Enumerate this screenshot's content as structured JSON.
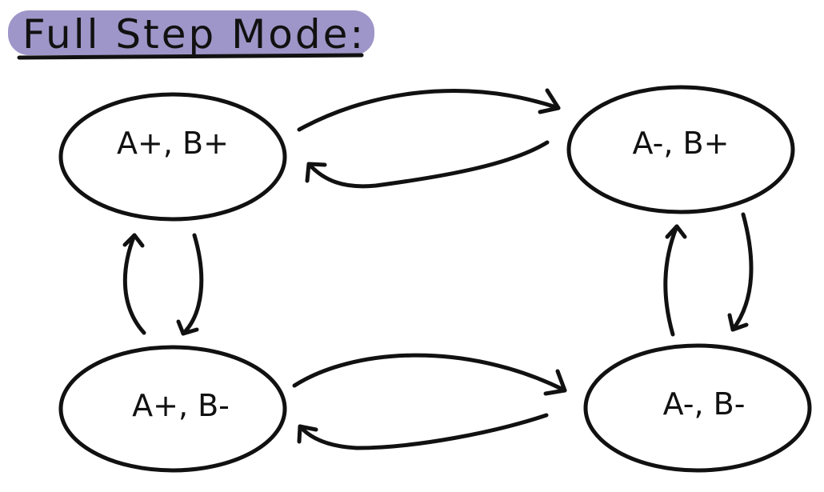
{
  "title": "Full Step Mode:",
  "colors": {
    "title_highlight": "#9e96c8",
    "ink": "#111111",
    "background": "#ffffff"
  },
  "states": [
    {
      "id": "a-plus-b-plus",
      "label": "A+, B+"
    },
    {
      "id": "a-minus-b-plus",
      "label": "A-, B+"
    },
    {
      "id": "a-plus-b-minus",
      "label": "A+, B-"
    },
    {
      "id": "a-minus-b-minus",
      "label": "A-, B-"
    }
  ],
  "transitions": [
    {
      "from": "A+, B+",
      "to": "A-, B+"
    },
    {
      "from": "A-, B+",
      "to": "A+, B+"
    },
    {
      "from": "A+, B+",
      "to": "A+, B-"
    },
    {
      "from": "A+, B-",
      "to": "A+, B+"
    },
    {
      "from": "A-, B+",
      "to": "A-, B-"
    },
    {
      "from": "A-, B-",
      "to": "A-, B+"
    },
    {
      "from": "A+, B-",
      "to": "A-, B-"
    },
    {
      "from": "A-, B-",
      "to": "A+, B-"
    }
  ]
}
